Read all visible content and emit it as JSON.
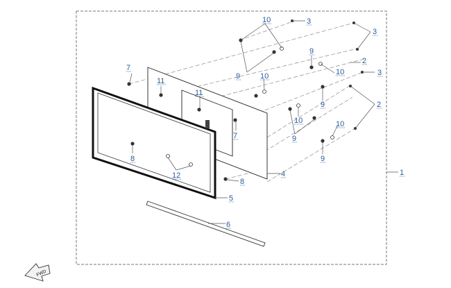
{
  "diagram": {
    "callouts": {
      "c1": "1",
      "c2a": "2",
      "c2b": "2",
      "c3a": "3",
      "c3b": "3",
      "c3c": "3",
      "c4": "4",
      "c5": "5",
      "c6": "6",
      "c7a": "7",
      "c7b": "7",
      "c8a": "8",
      "c8b": "8",
      "c9a": "9",
      "c9b": "9",
      "c9c": "9",
      "c9d": "9",
      "c9e": "9",
      "c10a": "10",
      "c10b": "10",
      "c10c": "10",
      "c10d": "10",
      "c10e": "10",
      "c11a": "11",
      "c11b": "11",
      "c12": "12"
    },
    "fwd_badge": "FWD"
  }
}
